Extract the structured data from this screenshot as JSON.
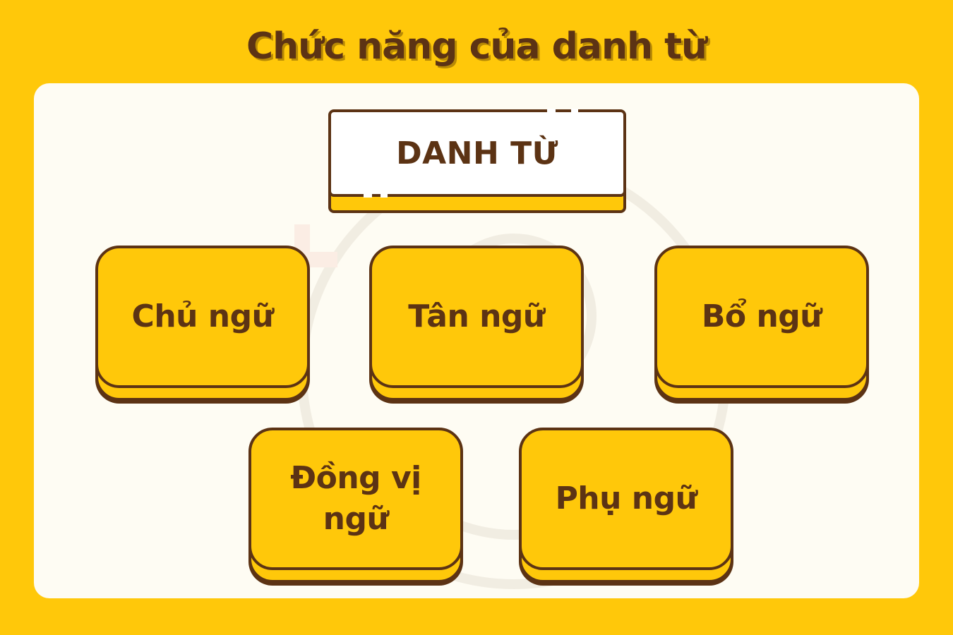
{
  "title": "Chức năng của danh từ",
  "root": {
    "label": "DANH TỪ"
  },
  "nodes": [
    {
      "label": "Chủ ngữ"
    },
    {
      "label": "Tân ngữ"
    },
    {
      "label": "Bổ ngữ"
    },
    {
      "label": "Đồng vị ngữ"
    },
    {
      "label": "Phụ ngữ"
    }
  ],
  "colors": {
    "background": "#FFC80A",
    "panel": "#FEFCF3",
    "ink": "#5C3314",
    "node_fill": "#FFC80A",
    "root_fill": "#FFFFFF"
  }
}
